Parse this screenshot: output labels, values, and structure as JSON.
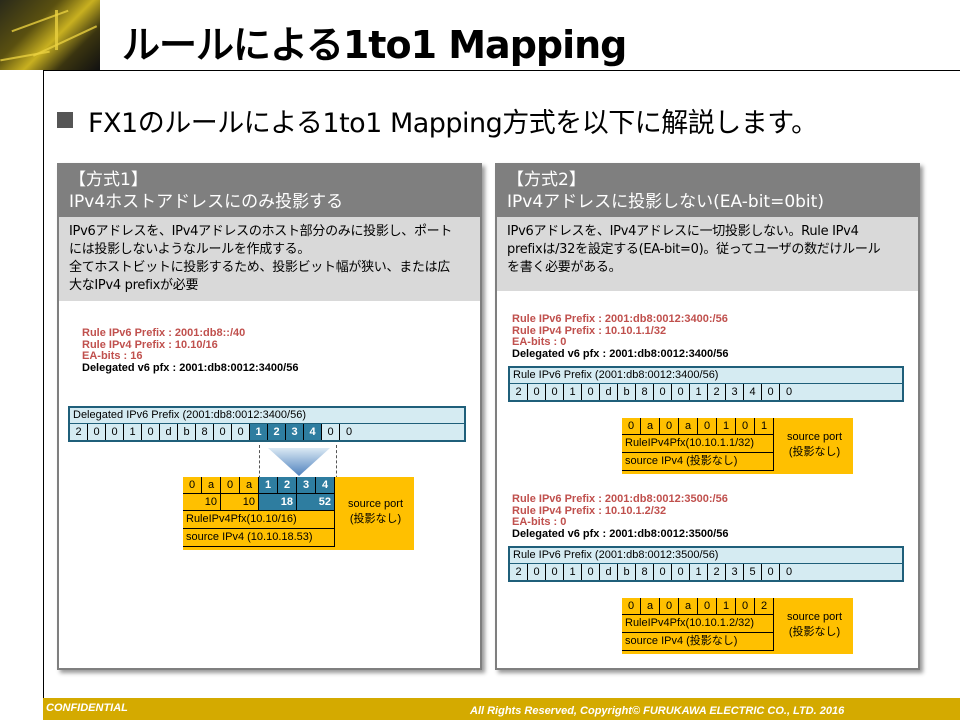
{
  "slide": {
    "title": "ルールによる1to1 Mapping",
    "bullet": "FX1のルールによる1to1 Mapping方式を以下に解説します。"
  },
  "colors": {
    "accent": "#7f7f7f",
    "highlight": "#2e7da0",
    "yellow": "#ffc000",
    "footer": "#d4aa00",
    "rule_red": "#c0504d"
  },
  "left": {
    "head1": "【方式1】",
    "head2": "IPv4ホストアドレスにのみ投影する",
    "desc": [
      "IPv6アドレスを、IPv4アドレスのホスト部分のみに投影し、ポート",
      "には投影しないようなルールを作成する。",
      "全てホストビットに投影するため、投影ビット幅が狭い、または広",
      "大なIPv4 prefixが必要"
    ],
    "rule": [
      "Rule IPv6 Prefix : 2001:db8::/40",
      "Rule IPv4 Prefix : 10.10/16",
      "EA-bits : 16",
      "Delegated v6 pfx : 2001:db8:0012:3400/56"
    ],
    "pfx_label": "Delegated IPv6 Prefix (2001:db8:0012:3400/56)",
    "pfx_cells": [
      "2",
      "0",
      "0",
      "1",
      "0",
      "d",
      "b",
      "8",
      "0",
      "0",
      "1",
      "2",
      "3",
      "4",
      "0",
      "0"
    ],
    "hex_row": [
      "0",
      "a",
      "0",
      "a",
      "1",
      "2",
      "3",
      "4"
    ],
    "dec_row": [
      "10",
      "10",
      "18",
      "52"
    ],
    "rule_v4": "RuleIPv4Pfx(10.10/16)",
    "source_v4": "source IPv4 (10.10.18.53)",
    "sport": [
      "source port",
      "(投影なし)"
    ]
  },
  "right": {
    "head1": "【方式2】",
    "head2": "IPv4アドレスに投影しない(EA-bit=0bit)",
    "desc": [
      "IPv6アドレスを、IPv4アドレスに一切投影しない。Rule  IPv4",
      "prefixは/32を設定する(EA-bit=0)。従ってユーザの数だけルール",
      "を書く必要がある。"
    ],
    "blocks": [
      {
        "rule": [
          "Rule IPv6 Prefix : 2001:db8:0012:3400:/56",
          "Rule IPv4 Prefix : 10.10.1.1/32",
          "EA-bits : 0",
          "Delegated v6 pfx : 2001:db8:0012:3400/56"
        ],
        "pfx_label": "Rule IPv6 Prefix (2001:db8:0012:3400/56)",
        "pfx_cells": [
          "2",
          "0",
          "0",
          "1",
          "0",
          "d",
          "b",
          "8",
          "0",
          "0",
          "1",
          "2",
          "3",
          "4",
          "0",
          "0"
        ],
        "hex_row": [
          "0",
          "a",
          "0",
          "a",
          "0",
          "1",
          "0",
          "1"
        ],
        "rule_v4": "RuleIPv4Pfx(10.10.1.1/32)",
        "source_v4": "source IPv4 (投影なし)",
        "sport": [
          "source port",
          "(投影なし)"
        ]
      },
      {
        "rule": [
          "Rule IPv6 Prefix : 2001:db8:0012:3500:/56",
          "Rule IPv4 Prefix : 10.10.1.2/32",
          "EA-bits : 0",
          "Delegated v6 pfx : 2001:db8:0012:3500/56"
        ],
        "pfx_label": "Rule IPv6 Prefix (2001:db8:0012:3500/56)",
        "pfx_cells": [
          "2",
          "0",
          "0",
          "1",
          "0",
          "d",
          "b",
          "8",
          "0",
          "0",
          "1",
          "2",
          "3",
          "5",
          "0",
          "0"
        ],
        "hex_row": [
          "0",
          "a",
          "0",
          "a",
          "0",
          "1",
          "0",
          "2"
        ],
        "rule_v4": "RuleIPv4Pfx(10.10.1.2/32)",
        "source_v4": "source IPv4 (投影なし)",
        "sport": [
          "source port",
          "(投影なし)"
        ]
      }
    ]
  },
  "footer": {
    "left": "CONFIDENTIAL",
    "right": "All Rights Reserved, Copyright© FURUKAWA ELECTRIC CO., LTD. 2016"
  }
}
